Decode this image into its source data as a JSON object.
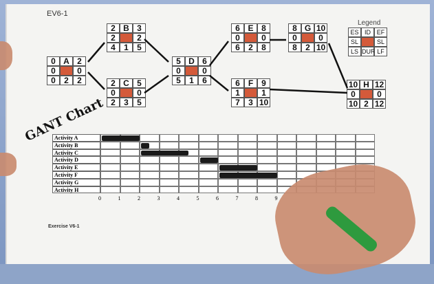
{
  "exercise_code": "EV6-1",
  "legend": {
    "title": "Legend",
    "cells": [
      "ES",
      "ID",
      "EF",
      "SL",
      "",
      "SL",
      "LS",
      "DUR",
      "LF"
    ]
  },
  "network_nodes": [
    {
      "id": "A",
      "cells": [
        "0",
        "A",
        "2",
        "0",
        "",
        "0",
        "0",
        "2",
        "2"
      ]
    },
    {
      "id": "B",
      "cells": [
        "2",
        "B",
        "3",
        "2",
        "",
        "2",
        "4",
        "1",
        "5"
      ]
    },
    {
      "id": "C",
      "cells": [
        "2",
        "C",
        "5",
        "0",
        "",
        "0",
        "2",
        "3",
        "5"
      ]
    },
    {
      "id": "D",
      "cells": [
        "5",
        "D",
        "6",
        "0",
        "",
        "0",
        "5",
        "1",
        "6"
      ]
    },
    {
      "id": "E",
      "cells": [
        "6",
        "E",
        "8",
        "0",
        "",
        "0",
        "6",
        "2",
        "8"
      ]
    },
    {
      "id": "F",
      "cells": [
        "6",
        "F",
        "9",
        "1",
        "",
        "1",
        "7",
        "3",
        "10"
      ]
    },
    {
      "id": "G",
      "cells": [
        "8",
        "G",
        "10",
        "0",
        "",
        "0",
        "8",
        "2",
        "10"
      ]
    },
    {
      "id": "H",
      "cells": [
        "10",
        "H",
        "12",
        "0",
        "",
        "0",
        "10",
        "2",
        "12"
      ]
    }
  ],
  "handwritten_label": "GANT Chart",
  "gantt": {
    "activities": [
      "Activity A",
      "Activity B",
      "Activity C",
      "Activity D",
      "Activity E",
      "Activity F",
      "Activity G",
      "Activity H"
    ],
    "axis_ticks": [
      "0",
      "1",
      "2",
      "3",
      "4",
      "5",
      "6",
      "7",
      "8",
      "9"
    ],
    "bars": [
      {
        "activity": "Activity A",
        "start": 0,
        "end": 2
      },
      {
        "activity": "Activity B",
        "start": 2,
        "end": 2.5
      },
      {
        "activity": "Activity C",
        "start": 2,
        "end": 4.5
      },
      {
        "activity": "Activity D",
        "start": 5,
        "end": 6
      },
      {
        "activity": "Activity E",
        "start": 6,
        "end": 8
      },
      {
        "activity": "Activity F",
        "start": 6,
        "end": 9
      }
    ]
  },
  "footer_label": "Exercise V6-1"
}
